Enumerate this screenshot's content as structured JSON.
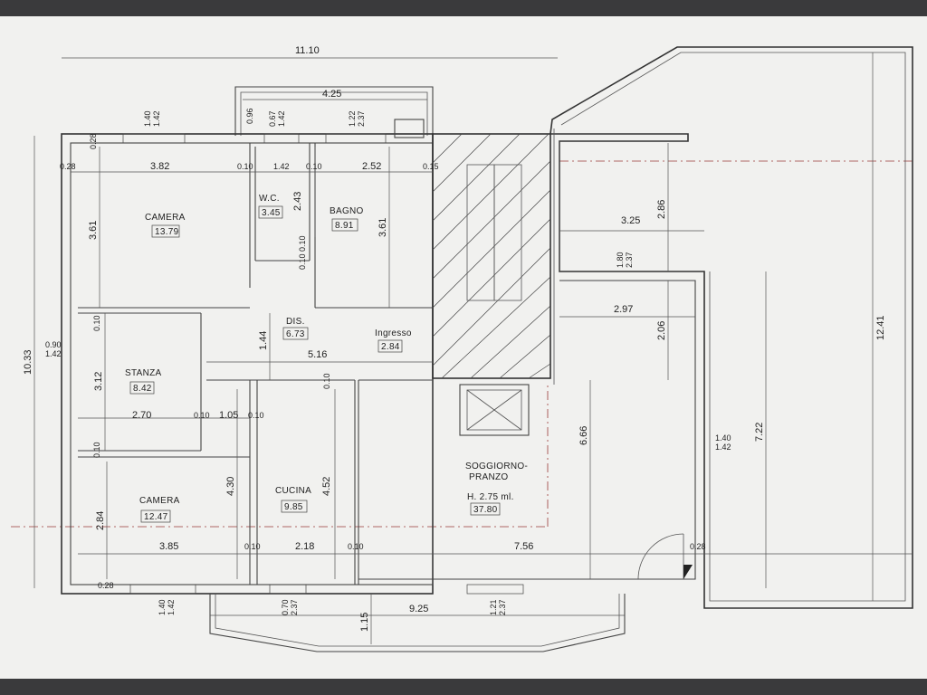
{
  "rooms": [
    {
      "name": "CAMERA",
      "area": "13.79"
    },
    {
      "name": "W.C.",
      "area": "3.45"
    },
    {
      "name": "BAGNO",
      "area": "8.91"
    },
    {
      "name": "DIS.",
      "area": "6.73"
    },
    {
      "name": "Ingresso",
      "area": "2.84"
    },
    {
      "name": "STANZA",
      "area": "8.42"
    },
    {
      "name": "CAMERA",
      "area": "12.47"
    },
    {
      "name": "CUCINA",
      "area": "9.85"
    },
    {
      "name": "SOGGIORNO-",
      "name2": "PRANZO",
      "height": "H. 2.75 ml.",
      "area": "37.80"
    }
  ],
  "dims": {
    "top_total": "11.10",
    "balcony_top": "4.25",
    "left_total": "10.33",
    "right_total": "12.41",
    "right_7_22": "7.22",
    "r_452": "4.52",
    "d_028a": "0.28",
    "d_382": "3.82",
    "d_010a": "0.10",
    "d_142": "1.42",
    "d_010b": "0.10",
    "d_252": "2.52",
    "d_015": "0.15",
    "d_028_top": "0.28",
    "d_140_142_top": "1.40",
    "d_142_top": "1.42",
    "d_096": "0.96",
    "d_067": "0.67",
    "d_142_wc": "1.42",
    "d_122": "1.22",
    "d_237_bagno": "2.37",
    "d_361a": "3.61",
    "d_243": "2.43",
    "d_361b": "3.61",
    "d_010_wc": "0.10",
    "d_010_wc2": "0.10",
    "d_325": "3.25",
    "d_286": "2.86",
    "d_180": "1.80",
    "d_237_s": "2.37",
    "d_297": "2.97",
    "d_206": "2.06",
    "d_010_st": "0.10",
    "d_144": "1.44",
    "d_516": "5.16",
    "d_090": "0.90",
    "d_142_left": "1.42",
    "d_312": "3.12",
    "d_270": "2.70",
    "d_010_c1": "0.10",
    "d_105": "1.05",
    "d_010_c2": "0.10",
    "d_010_cuc": "0.10",
    "d_010_left": "0.10",
    "d_666": "6.66",
    "d_140_r": "1.40",
    "d_142_r": "1.42",
    "d_430": "4.30",
    "d_452_c": "4.52",
    "d_284": "2.84",
    "d_385": "3.85",
    "d_010_b1": "0.10",
    "d_218": "2.18",
    "d_010_b2": "0.10",
    "d_756": "7.56",
    "d_028_b": "0.28",
    "d_028_bl": "0.28",
    "d_140_b": "1.40",
    "d_142_b": "1.42",
    "d_070": "0.70",
    "d_237_b": "2.37",
    "d_925": "9.25",
    "d_115": "1.15",
    "d_121": "1.21",
    "d_237_b2": "2.37"
  }
}
